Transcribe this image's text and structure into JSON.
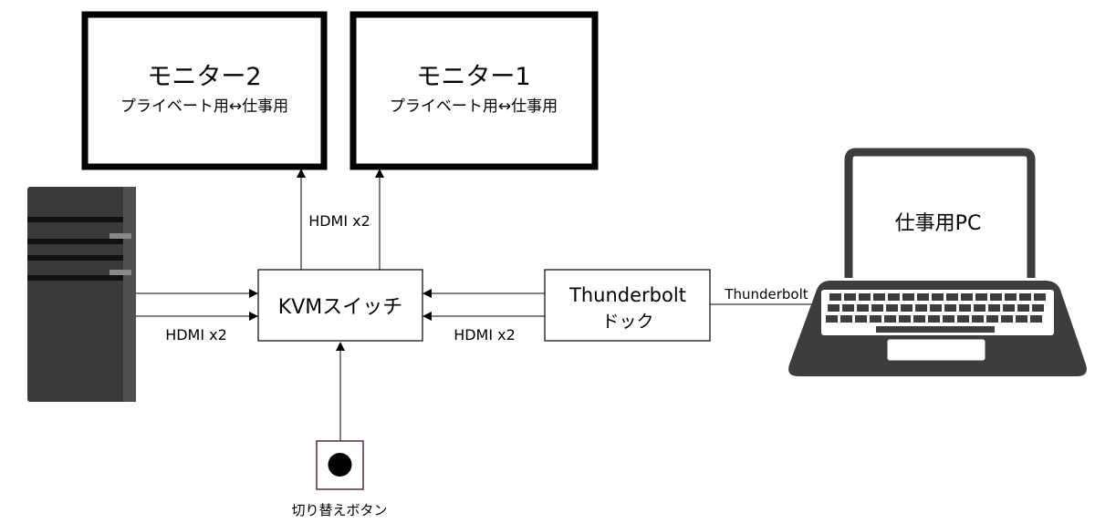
{
  "monitors": [
    {
      "title": "モニター2",
      "subtitle": "プライベート用↔仕事用"
    },
    {
      "title": "モニター1",
      "subtitle": "プライベート用↔仕事用"
    }
  ],
  "kvm_switch": {
    "label": "KVMスイッチ"
  },
  "dock": {
    "line1": "Thunderbolt",
    "line2": "ドック"
  },
  "laptop": {
    "screen_label": "仕事用PC"
  },
  "button": {
    "label": "切り替えボタン"
  },
  "connections": {
    "kvm_to_monitors": "HDMI x2",
    "pc_to_kvm": "HDMI x2",
    "dock_to_kvm": "HDMI x2",
    "laptop_to_dock": "Thunderbolt"
  },
  "colors": {
    "line": "#000000",
    "tower_body": "#3a3a3a",
    "tower_side": "#505050",
    "laptop": "#3d3d3d",
    "button_border": "#5a2a35"
  }
}
